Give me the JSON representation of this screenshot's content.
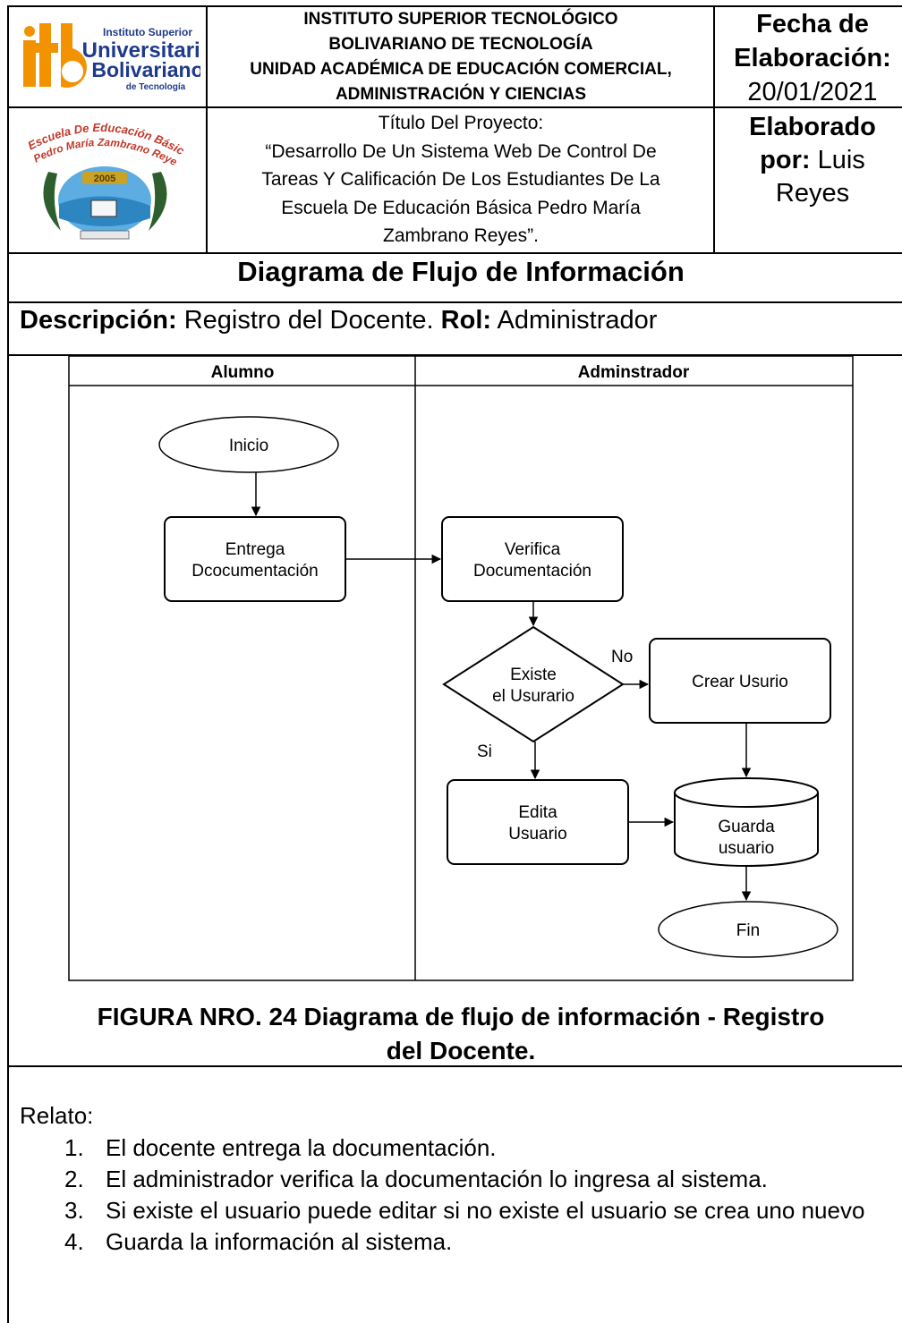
{
  "header": {
    "institution_lines": [
      "INSTITUTO SUPERIOR TECNOLÓGICO",
      "BOLIVARIANO DE TECNOLOGÍA",
      "UNIDAD ACADÉMICA DE EDUCACIÓN COMERCIAL,",
      "ADMINISTRACIÓN Y CIENCIAS"
    ],
    "date_label_1": "Fecha de",
    "date_label_2": "Elaboración:",
    "date_value": "20/01/2021",
    "author_label_1": "Elaborado",
    "author_label_2": "por:",
    "author_value_1": "Luis",
    "author_value_2": "Reyes",
    "project_lines": [
      "Título Del Proyecto:",
      "“Desarrollo De Un Sistema Web De Control De",
      "Tareas Y Calificación De Los Estudiantes De La",
      "Escuela De Educación Básica Pedro María",
      "Zambrano Reyes”."
    ]
  },
  "logos": {
    "itb": {
      "line1": "Instituto Superior",
      "line2": "Universitario",
      "line3": "Bolivariano",
      "line4": "de Tecnología"
    },
    "school": {
      "arc_top": "Escuela De Educación Básica",
      "arc_bottom": "Pedro María Zambrano Reyes",
      "year": "2005"
    }
  },
  "diagram_title": "Diagrama de Flujo de Información",
  "description": {
    "label": "Descripción:",
    "value": "Registro del Docente.",
    "role_label": "Rol:",
    "role_value": "Administrador"
  },
  "flow": {
    "lanes": [
      "Alumno",
      "Adminstrador"
    ],
    "start": "Inicio",
    "deliver": [
      "Entrega",
      "Dcocumentación"
    ],
    "verify": [
      "Verifica",
      "Documentación"
    ],
    "decision": [
      "Existe",
      "el Usurario"
    ],
    "no_label": "No",
    "yes_label": "Si",
    "create": "Crear Usurio",
    "edit": [
      "Edita",
      "Usuario"
    ],
    "store": [
      "Guarda",
      "usuario"
    ],
    "end": "Fin"
  },
  "figure_caption": [
    "FIGURA NRO.  24 Diagrama de flujo de información - Registro",
    "del Docente."
  ],
  "relato_label": "Relato:",
  "steps": [
    {
      "num": "1.",
      "text": "El docente entrega la documentación."
    },
    {
      "num": "2.",
      "text": "El administrador verifica la documentación lo ingresa al sistema."
    },
    {
      "num": "3.",
      "text": "Si existe el usuario puede editar si no existe el usuario se crea uno nuevo"
    },
    {
      "num": "4.",
      "text": "Guarda la información al sistema."
    }
  ],
  "colors": {
    "border": "#000000",
    "text": "#000000",
    "itb_orange": "#F39200",
    "itb_blue": "#1E3A8A"
  }
}
